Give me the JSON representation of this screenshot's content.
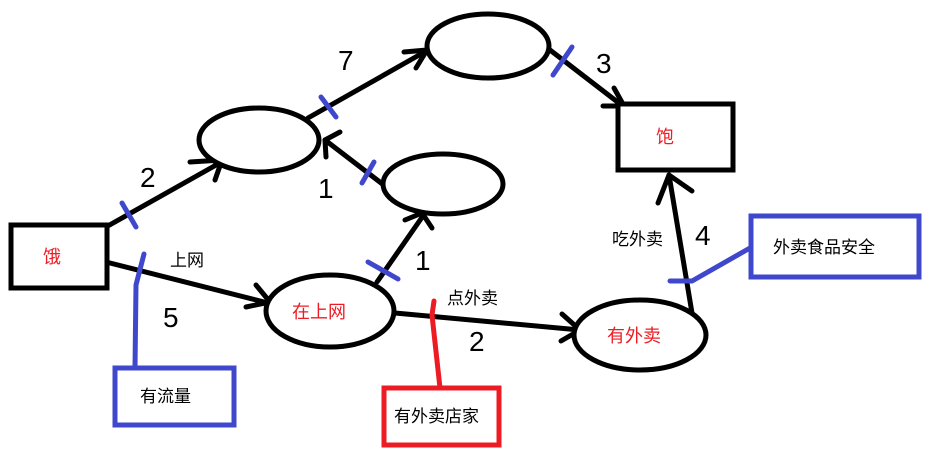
{
  "colors": {
    "node_label": "#ed1c24",
    "blue_annotation": "#3f48cc",
    "red_annotation": "#ed1c24"
  },
  "nodes": {
    "hungry": {
      "label": "饿"
    },
    "node_a": {
      "label": ""
    },
    "node_top": {
      "label": ""
    },
    "node_mid": {
      "label": ""
    },
    "online": {
      "label": "在上网"
    },
    "has_takeout": {
      "label": "有外卖"
    },
    "full": {
      "label": "饱"
    }
  },
  "edges": {
    "hungry_to_a": {
      "weight": "2"
    },
    "hungry_to_online": {
      "weight": "5",
      "action": "上网"
    },
    "a_to_top": {
      "weight": "7"
    },
    "top_to_full": {
      "weight": "3"
    },
    "mid_to_a": {
      "weight": "1"
    },
    "online_to_mid": {
      "weight": "1"
    },
    "online_to_takeout": {
      "weight": "2",
      "action": "点外卖"
    },
    "takeout_to_full": {
      "weight": "4",
      "action": "吃外卖"
    }
  },
  "annotations": {
    "has_data": "有流量",
    "has_merchant": "有外卖店家",
    "food_safety": "外卖食品安全"
  }
}
